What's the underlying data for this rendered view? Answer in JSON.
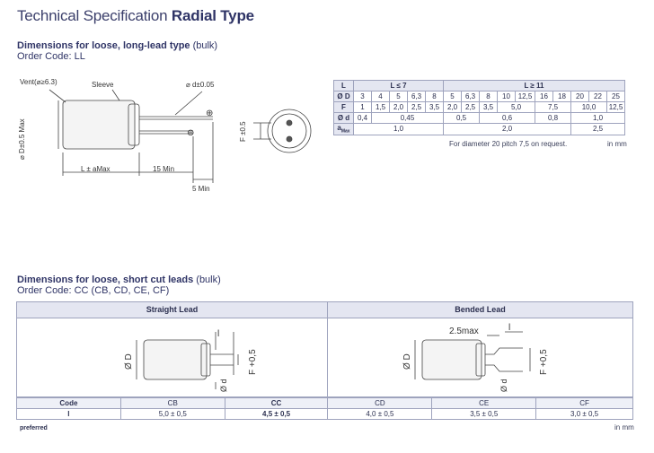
{
  "title": {
    "prefix": "Technical Specification ",
    "bold": "Radial Type"
  },
  "section1": {
    "heading": "Dimensions for loose, long-lead type",
    "heading_suffix": " (bulk)",
    "order_code": "Order Code: LL"
  },
  "drawing1": {
    "vent": "Vent(⌀≥6.3)",
    "sleeve": "Sleeve",
    "d_tol": "⌀ d±0.05",
    "D_max": "⌀ D±0.5 Max",
    "L": "L ± aMax",
    "min15": "15 Min",
    "min5": "5 Min",
    "F_tol": "F ±0.5",
    "plus": "⊕",
    "minus": "⊖"
  },
  "spec_table": {
    "corner": "L",
    "group1": "L ≤ 7",
    "group2": "L ≥ 11",
    "row_D": {
      "label": "Ø D",
      "values": [
        "3",
        "4",
        "5",
        "6,3",
        "8",
        "5",
        "6,3",
        "8",
        "10",
        "12,5",
        "16",
        "18",
        "20",
        "22",
        "25"
      ]
    },
    "row_F": {
      "label": "F",
      "values": [
        "1",
        "1,5",
        "2,0",
        "2,5",
        "3,5",
        "2,0",
        "2,5",
        "3,5",
        "5,0",
        "7,5",
        "10,0",
        "12,5"
      ]
    },
    "row_d": {
      "label": "Ø d",
      "values": [
        "0,4",
        "0,45",
        "0,5",
        "0,6",
        "0,8",
        "1,0"
      ]
    },
    "row_a": {
      "label": "a",
      "label_sub": "Max",
      "values": [
        "1,0",
        "2,0",
        "2,5"
      ]
    },
    "note": "For diameter 20 pitch 7,5 on request.",
    "unit": "in mm"
  },
  "section2": {
    "heading": "Dimensions for loose, short cut leads",
    "heading_suffix": " (bulk)",
    "order_code": "Order Code: CC (CB, CD, CE, CF)"
  },
  "bottom": {
    "straight": "Straight Lead",
    "bended": "Bended Lead",
    "phiD": "Ø D",
    "l": "l",
    "F": "F +0,5",
    "d": "Ø d",
    "max25": "2.5max",
    "codes_label": "Code",
    "codes": [
      "CB",
      "CC",
      "CD",
      "CE",
      "CF"
    ],
    "l_label": "l",
    "l_values": [
      "5,0 ± 0,5",
      "4,5 ± 0,5",
      "4,0 ± 0,5",
      "3,5 ± 0,5",
      "3,0 ± 0,5"
    ],
    "preferred": "preferred",
    "unit": "in mm"
  }
}
